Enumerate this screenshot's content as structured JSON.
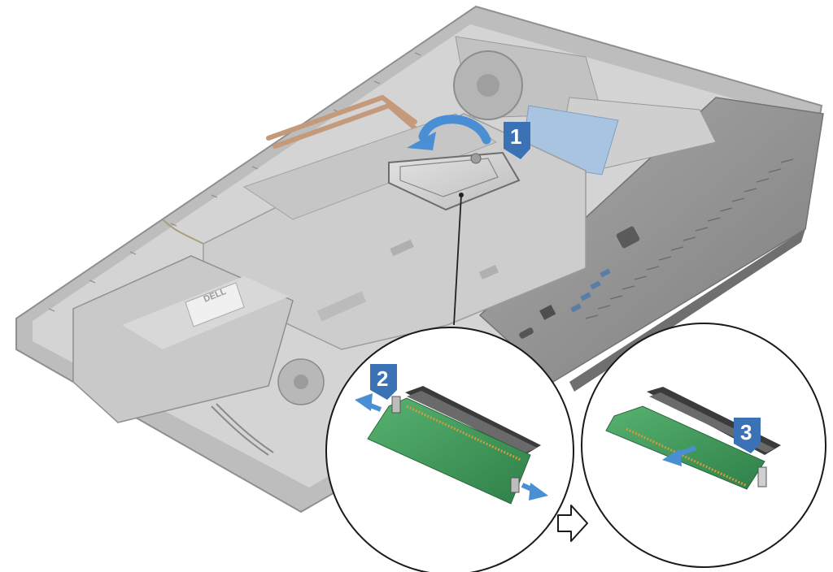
{
  "steps": [
    {
      "label": "1"
    },
    {
      "label": "2"
    },
    {
      "label": "3"
    }
  ],
  "psu_brand": "DELL",
  "colors": {
    "callout_blue": "#3b72b5",
    "arrow_blue": "#4a8fd4",
    "pcb_green": "#3f9a5c",
    "chassis_gray": "#c9c9c9",
    "bezel_gray": "#8d8d8d"
  },
  "icons": {
    "flow_arrow": "hollow-right-arrow-icon",
    "rotate_arrow": "curved-rotate-arrow-icon"
  }
}
